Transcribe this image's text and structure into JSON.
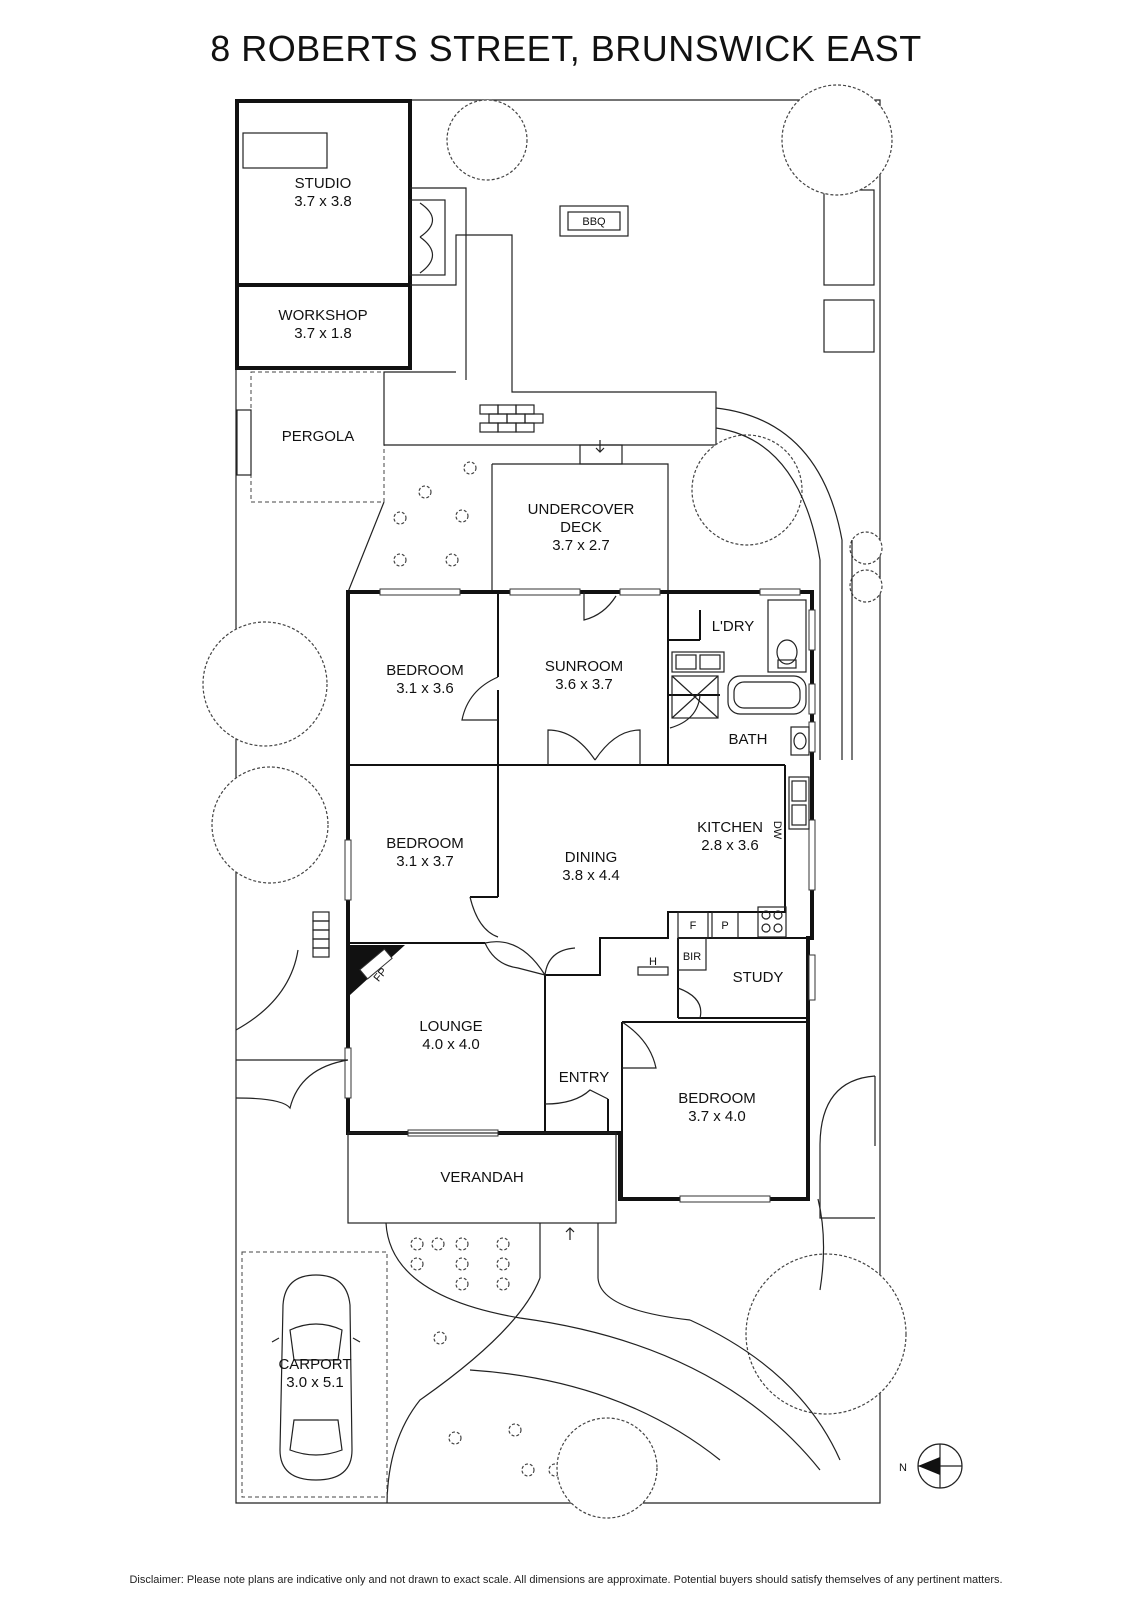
{
  "title": "8 ROBERTS STREET, BRUNSWICK EAST",
  "disclaimer": "Disclaimer: Please note plans are indicative only and not drawn to exact scale. All dimensions are approximate. Potential buyers should satisfy themselves of any pertinent matters.",
  "rooms": {
    "studio": {
      "name": "STUDIO",
      "dims": "3.7 x 3.8"
    },
    "workshop": {
      "name": "WORKSHOP",
      "dims": "3.7 x 1.8"
    },
    "pergola": {
      "name": "PERGOLA"
    },
    "undercover_deck": {
      "name1": "UNDERCOVER",
      "name2": "DECK",
      "dims": "3.7 x 2.7"
    },
    "bedroom_rear": {
      "name": "BEDROOM",
      "dims": "3.1 x 3.6"
    },
    "sunroom": {
      "name": "SUNROOM",
      "dims": "3.6 x 3.7"
    },
    "laundry": {
      "name": "L'DRY"
    },
    "bath": {
      "name": "BATH"
    },
    "bedroom_mid": {
      "name": "BEDROOM",
      "dims": "3.1 x 3.7"
    },
    "dining": {
      "name": "DINING",
      "dims": "3.8 x 4.4"
    },
    "kitchen": {
      "name": "KITCHEN",
      "dims": "2.8 x 3.6"
    },
    "study": {
      "name": "STUDY"
    },
    "lounge": {
      "name": "LOUNGE",
      "dims": "4.0 x 4.0"
    },
    "entry": {
      "name": "ENTRY"
    },
    "bedroom_front": {
      "name": "BEDROOM",
      "dims": "3.7 x 4.0"
    },
    "verandah": {
      "name": "VERANDAH"
    },
    "carport": {
      "name": "CARPORT",
      "dims": "3.0 x 5.1"
    }
  },
  "fixtures": {
    "bbq": "BBQ",
    "dw": "DW",
    "fridge": "F",
    "pantry": "P",
    "bir": "BIR",
    "heater": "H",
    "fireplace": "FP"
  },
  "compass": {
    "label": "N"
  }
}
